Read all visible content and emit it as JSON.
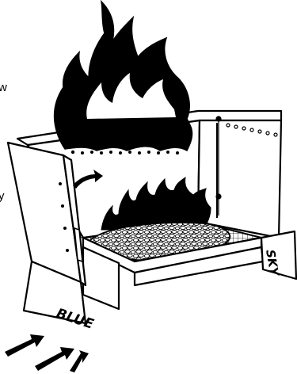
{
  "labels": {
    "left_panel": "BLUE",
    "right_panel": "SKY",
    "edge_top": "w",
    "edge_mid": "y"
  },
  "colors": {
    "ink": "#000000",
    "paper": "#ffffff",
    "ember": "#e6e6e6"
  },
  "icons": [
    "flame-icon",
    "airflow-arrow-icon",
    "ember-bed",
    "grate"
  ]
}
